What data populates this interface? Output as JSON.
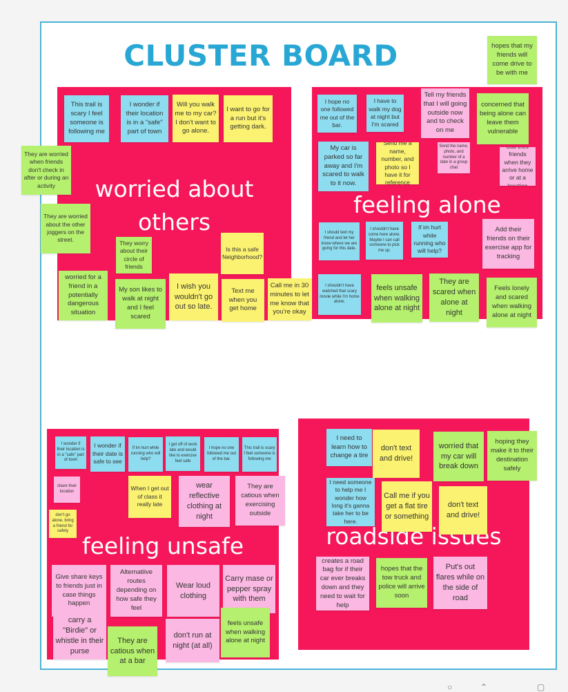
{
  "board": {
    "title": "CLUSTER BOARD",
    "colors": {
      "cluster": "#f5175a",
      "title": "#29a7d4",
      "border": "#49b3d3"
    }
  },
  "clusters": {
    "worried_about_others": {
      "label_line1": "worried about",
      "label_line2": "others"
    },
    "feeling_alone": {
      "label": "feeling alone"
    },
    "feeling_unsafe": {
      "label": "feeling unsafe"
    },
    "roadside_issues": {
      "label": "roadside issues"
    }
  },
  "notes": {
    "floating_hopes": "hopes that my friends will come drive to be with me",
    "o1": "This trail is scary I feel someone is following me",
    "o2": "I wonder if their location is in a \"safe\" part of town",
    "o3": "Will you walk me to my car? I don't want to go alone.",
    "o4": "I want to go for a run but it's getting dark.",
    "o5": "They are worried when friends don't check in after or during an activity",
    "o6": "They are worried about the other joggers on the street.",
    "o7": "They worry about their circle of friends",
    "o8": "Is this a safe Neighborhood?",
    "o9": "worried for a friend in a potentially dangerous situation",
    "o10": "My son likes to walk at night and I feel scared",
    "o11": "I wish you wouldn't go out so late.",
    "o12": "Text me when you get home",
    "o13": "Call me in 30 minutes to let me know that you're okay",
    "a1": "I hope no one followed me out of the bar.",
    "a2": "I have to walk my dog at night but I'm scared",
    "a3": "Tell my friends that I will going outside now and to check on me",
    "a4": "concerned that being alone can leave them vulnerable",
    "a5": "My car is parked so far away and I'm scared to walk to it now.",
    "a6": "Send me a name, number, and photo so I have it for reference",
    "a7": "Send the name, photo, and number of a date in a group chat",
    "a8": "Call their friends when they arrive home or at a location",
    "a9": "I should text my friend and let her know where we are going for this date.",
    "a10": "I shouldn't have come here alone. Maybe I can call someone to pick me up.",
    "a11": "If im hurt while running who will help?",
    "a12": "Add their friends on their exercise app for tracking",
    "a13": "I shouldn't have watched that scary movie while I'm home alone.",
    "a14": "feels unsafe when walking alone at night",
    "a15": "They are scared when alone at night",
    "a16": "Feels lonely and scared when walking alone at night",
    "u1": "I wonder if their location is in a \"safe\" part of town",
    "u2": "I wonder if their date is safe to see",
    "u3": "If im hurt while running who will help?",
    "u4": "I get off of work late and would like to exercise feel safe",
    "u5": "I hope no one followed me out of the bar.",
    "u6": "This trail is scary I feel someone is following me",
    "u7": "share their location",
    "u8": "When I get out of class it really late",
    "u9": "wear reflective clothing at night",
    "u10": "They are catious when exercising outside",
    "u11": "don't go alone, bring a friend for safety",
    "u12": "Give share keys to friends just in case things happen",
    "u13": "Alternatiive routes depending on how safe they feel",
    "u14": "Wear loud clothing",
    "u15": "Carry mase or pepper spray with them",
    "u16": "carry a \"Birdie\" or whistle in their purse",
    "u17": "They are catious when at a bar",
    "u18": "don't run at night (at all)",
    "u19": "feels unsafe when walking alone at night",
    "r1": "I need to learn how to change a tire",
    "r2": "don't text and drive!",
    "r3": "worried that my car will break down",
    "r4": "hoping they make it to their destination safely",
    "r5": "I need someone to help me I wonder how long it's ganna take her to be here.",
    "r6": "Call me if you get a flat tire or something",
    "r7": "don't text and drive!",
    "r8": "creates a road bag for if their car ever breaks down and they need to wait for help",
    "r9": "hopes that the tow truck and police will arrive soon",
    "r10": "Put's out flares while on the side of road"
  },
  "icons": {
    "zoom_out": "minus-icon",
    "zoom_in": "plus-icon",
    "fit": "square-icon"
  }
}
